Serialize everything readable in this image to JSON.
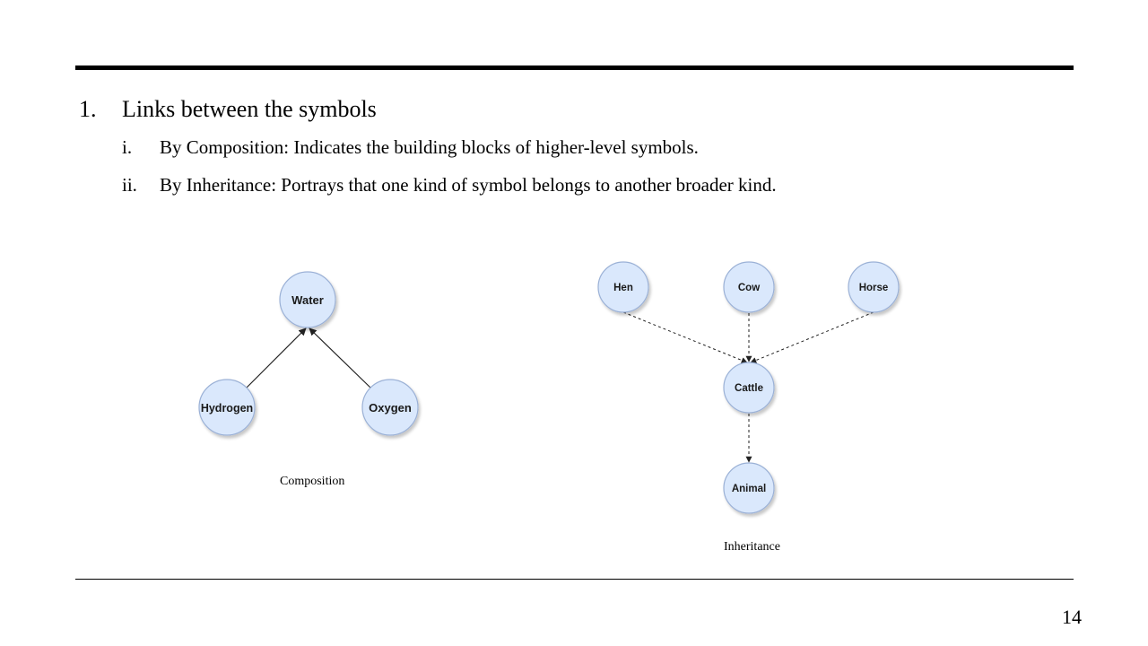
{
  "list": {
    "item1": {
      "marker": "1.",
      "text": "Links between the symbols"
    },
    "sub": [
      {
        "marker": "i.",
        "text": "By Composition: Indicates the building blocks of higher-level symbols."
      },
      {
        "marker": "ii.",
        "text": "By Inheritance: Portrays that one kind of symbol belongs to another broader kind."
      }
    ]
  },
  "composition": {
    "caption": "Composition",
    "nodes": {
      "water": "Water",
      "hydrogen": "Hydrogen",
      "oxygen": "Oxygen"
    },
    "edges": [
      {
        "from": "Hydrogen",
        "to": "Water",
        "style": "solid"
      },
      {
        "from": "Oxygen",
        "to": "Water",
        "style": "solid"
      }
    ]
  },
  "inheritance": {
    "caption": "Inheritance",
    "nodes": {
      "hen": "Hen",
      "cow": "Cow",
      "horse": "Horse",
      "cattle": "Cattle",
      "animal": "Animal"
    },
    "edges": [
      {
        "from": "Hen",
        "to": "Cattle",
        "style": "dashed"
      },
      {
        "from": "Cow",
        "to": "Cattle",
        "style": "dashed"
      },
      {
        "from": "Horse",
        "to": "Cattle",
        "style": "dashed"
      },
      {
        "from": "Cattle",
        "to": "Animal",
        "style": "dashed"
      }
    ]
  },
  "colors": {
    "node_fill": "#dae8fc",
    "node_stroke": "#9bb1d6",
    "rule": "#000000"
  },
  "page_number": "14"
}
